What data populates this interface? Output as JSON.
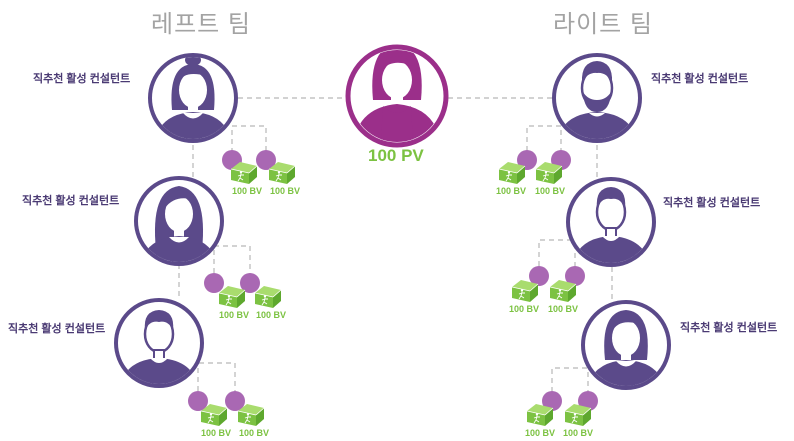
{
  "teams": {
    "left_title": "레프트 팀",
    "right_title": "라이트 팀"
  },
  "center": {
    "pv_label": "100 PV"
  },
  "consultant_label": "직추천 활성 컨설턴트",
  "bv_label": "100 BV",
  "colors": {
    "purple": "#5b4a8a",
    "center_magenta": "#9b2f8a",
    "dot_purple": "#a968b3",
    "green": "#7cc242",
    "dark_green": "#4e8a28",
    "gray_text": "#a3a3a3",
    "dash": "#b8b8b8"
  }
}
